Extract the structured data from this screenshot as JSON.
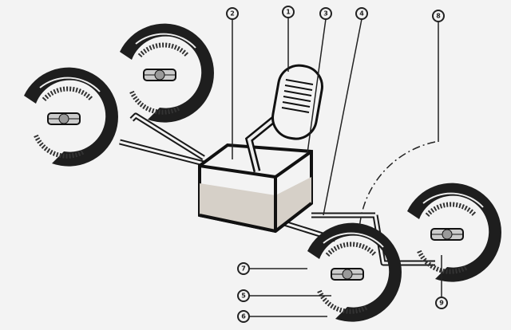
{
  "diagram": {
    "labels": {
      "l1": "1",
      "l2": "2",
      "l3": "3",
      "l4": "4",
      "l5": "5",
      "l6": "6",
      "l7": "7",
      "l8": "8",
      "l9": "9"
    },
    "colors": {
      "ink": "#1a1a1a",
      "fluid": "#d6d0c8",
      "paper": "#f3f3f3"
    }
  }
}
